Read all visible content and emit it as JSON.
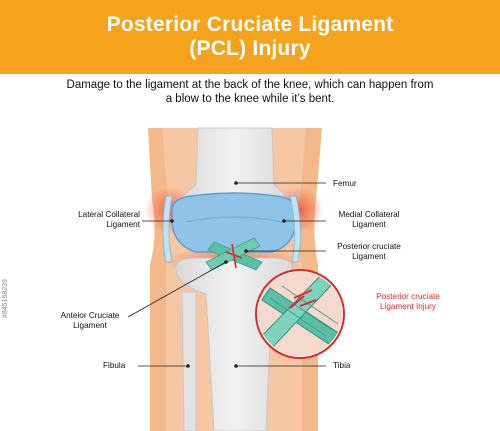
{
  "title": {
    "line1": "Posterior Cruciate Ligament",
    "line2": "(PCL) Injury"
  },
  "subtitle": {
    "line1": "Damage to the ligament at the back of the knee, which can happen from",
    "line2": "a blow to the knee while it’s bent."
  },
  "labels": {
    "femur": "Femur",
    "lateral_collateral_1": "Lateral Collateral",
    "lateral_collateral_2": "Ligament",
    "medial_collateral_1": "Medial Collateral",
    "medial_collateral_2": "Ligament",
    "posterior_cruciate_1": "Posterior cruciate",
    "posterior_cruciate_2": "Ligament",
    "anterior_cruciate_1": "Anteior Cruciate",
    "anterior_cruciate_2": "Ligament",
    "injury_1": "Posterior cruciate",
    "injury_2": "Ligament Injury",
    "fibula": "Fibula",
    "tibia": "Tibia"
  },
  "watermark": "#845168239",
  "colors": {
    "banner": "#f5a21c",
    "skin": "#f4b98a",
    "skin_inner": "#f7c39b",
    "inflammation": "#f26c4f",
    "bone": "#e8e8e8",
    "cartilage": "#8fc3e8",
    "ligament": "#5bbfa8",
    "injury_red": "#e3262a"
  }
}
